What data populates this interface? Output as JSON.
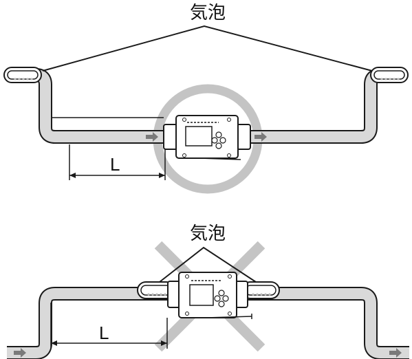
{
  "top_figure": {
    "bubble_label": "気泡",
    "length_label": "L",
    "verdict": "ok-circle"
  },
  "bottom_figure": {
    "bubble_label": "気泡",
    "length_label": "L",
    "verdict": "ng-cross"
  },
  "colors": {
    "pipe_fill": "#d9d9d9",
    "outline": "#1a1a1a",
    "mark": "#c4c4c4",
    "arrow": "#7a7a7a"
  }
}
